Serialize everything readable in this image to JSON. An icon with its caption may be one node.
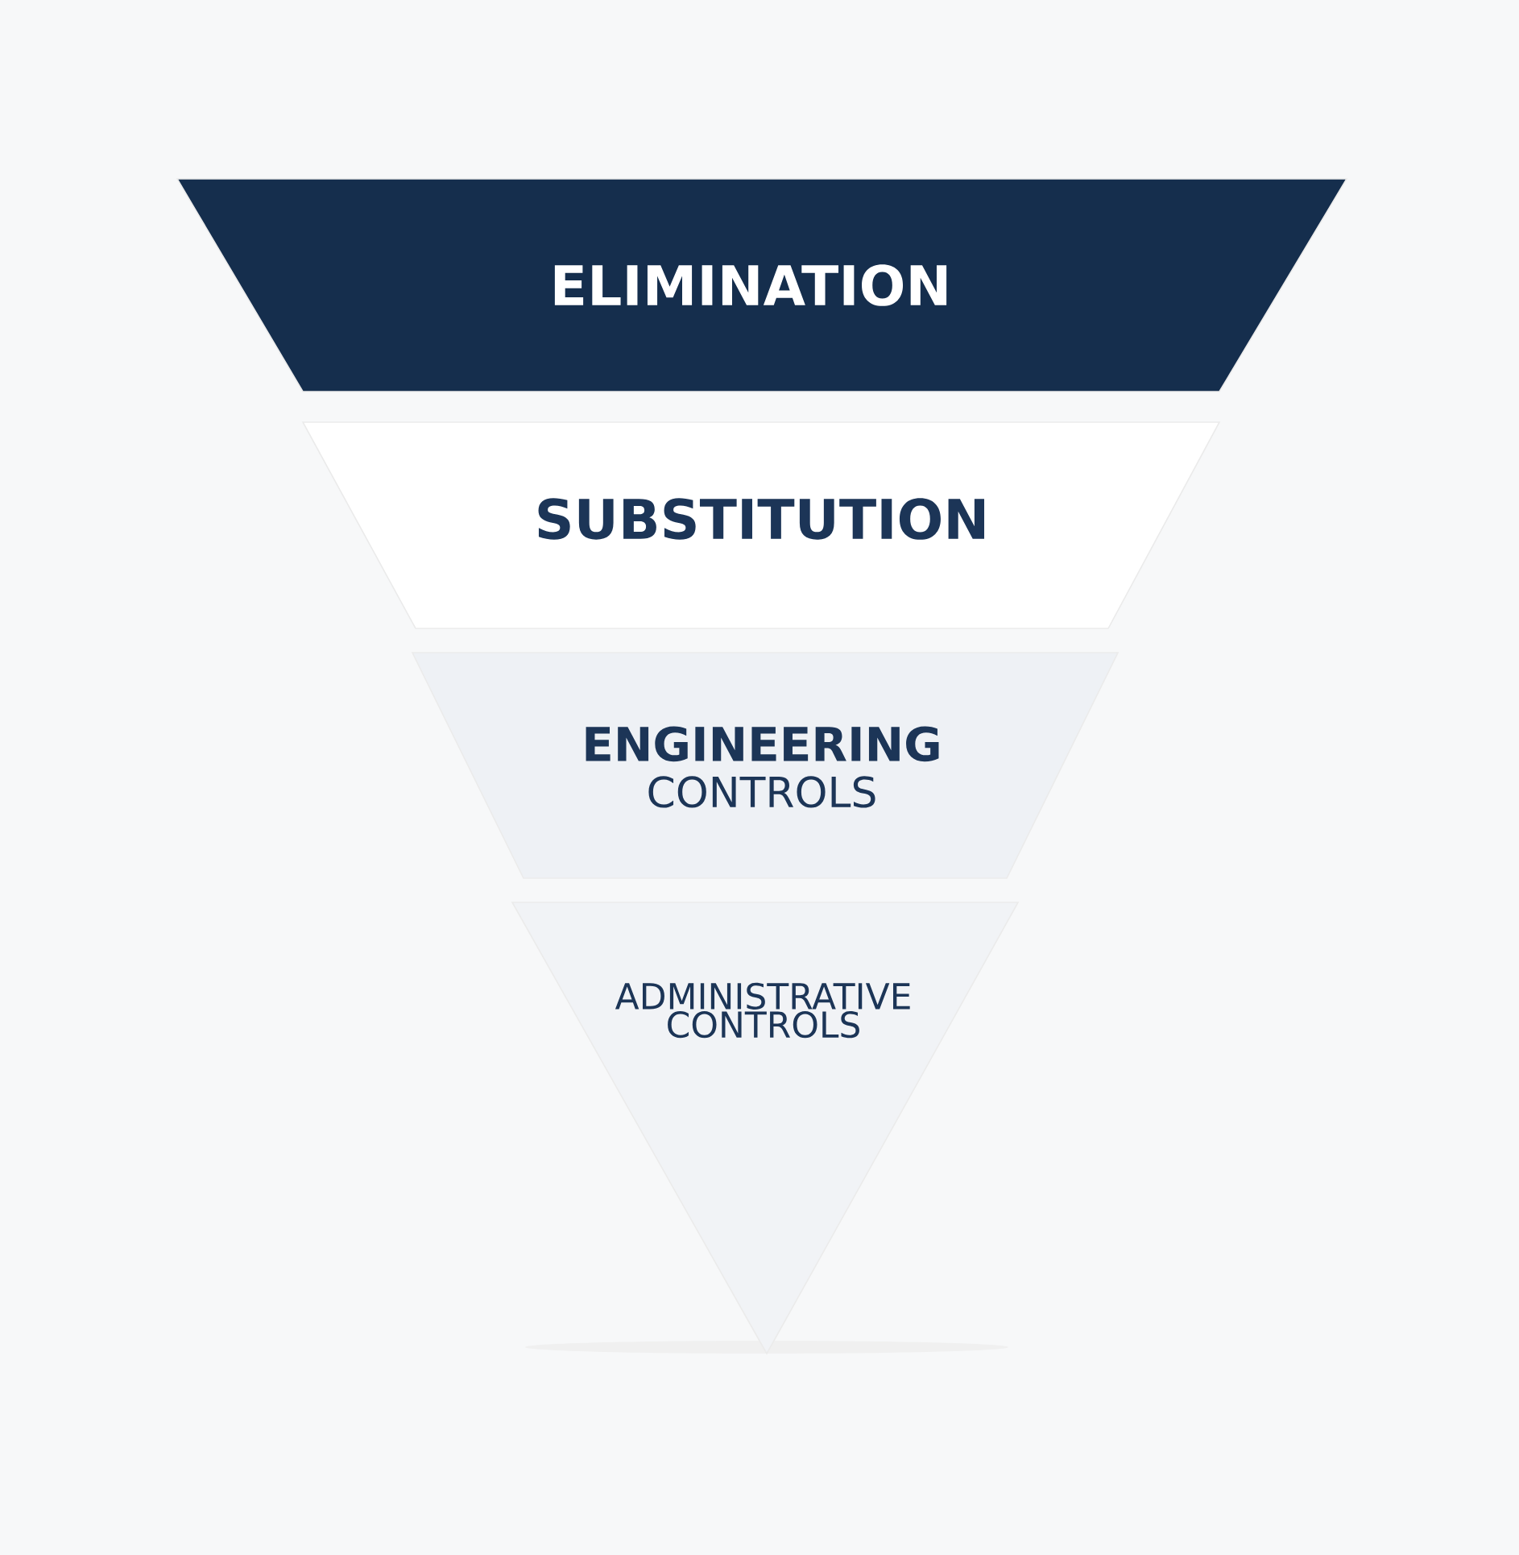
{
  "diagram": {
    "nodes": [
      {
        "text": [
          "ELIMINATION"
        ]
      },
      {
        "text": [
          "SUBSTITUTION"
        ]
      },
      {
        "text": [
          "ENGINEERING",
          "CONTROLS"
        ]
      },
      {
        "text": [
          "ADMINISTRATIVE CONTROLS"
        ]
      }
    ]
  }
}
